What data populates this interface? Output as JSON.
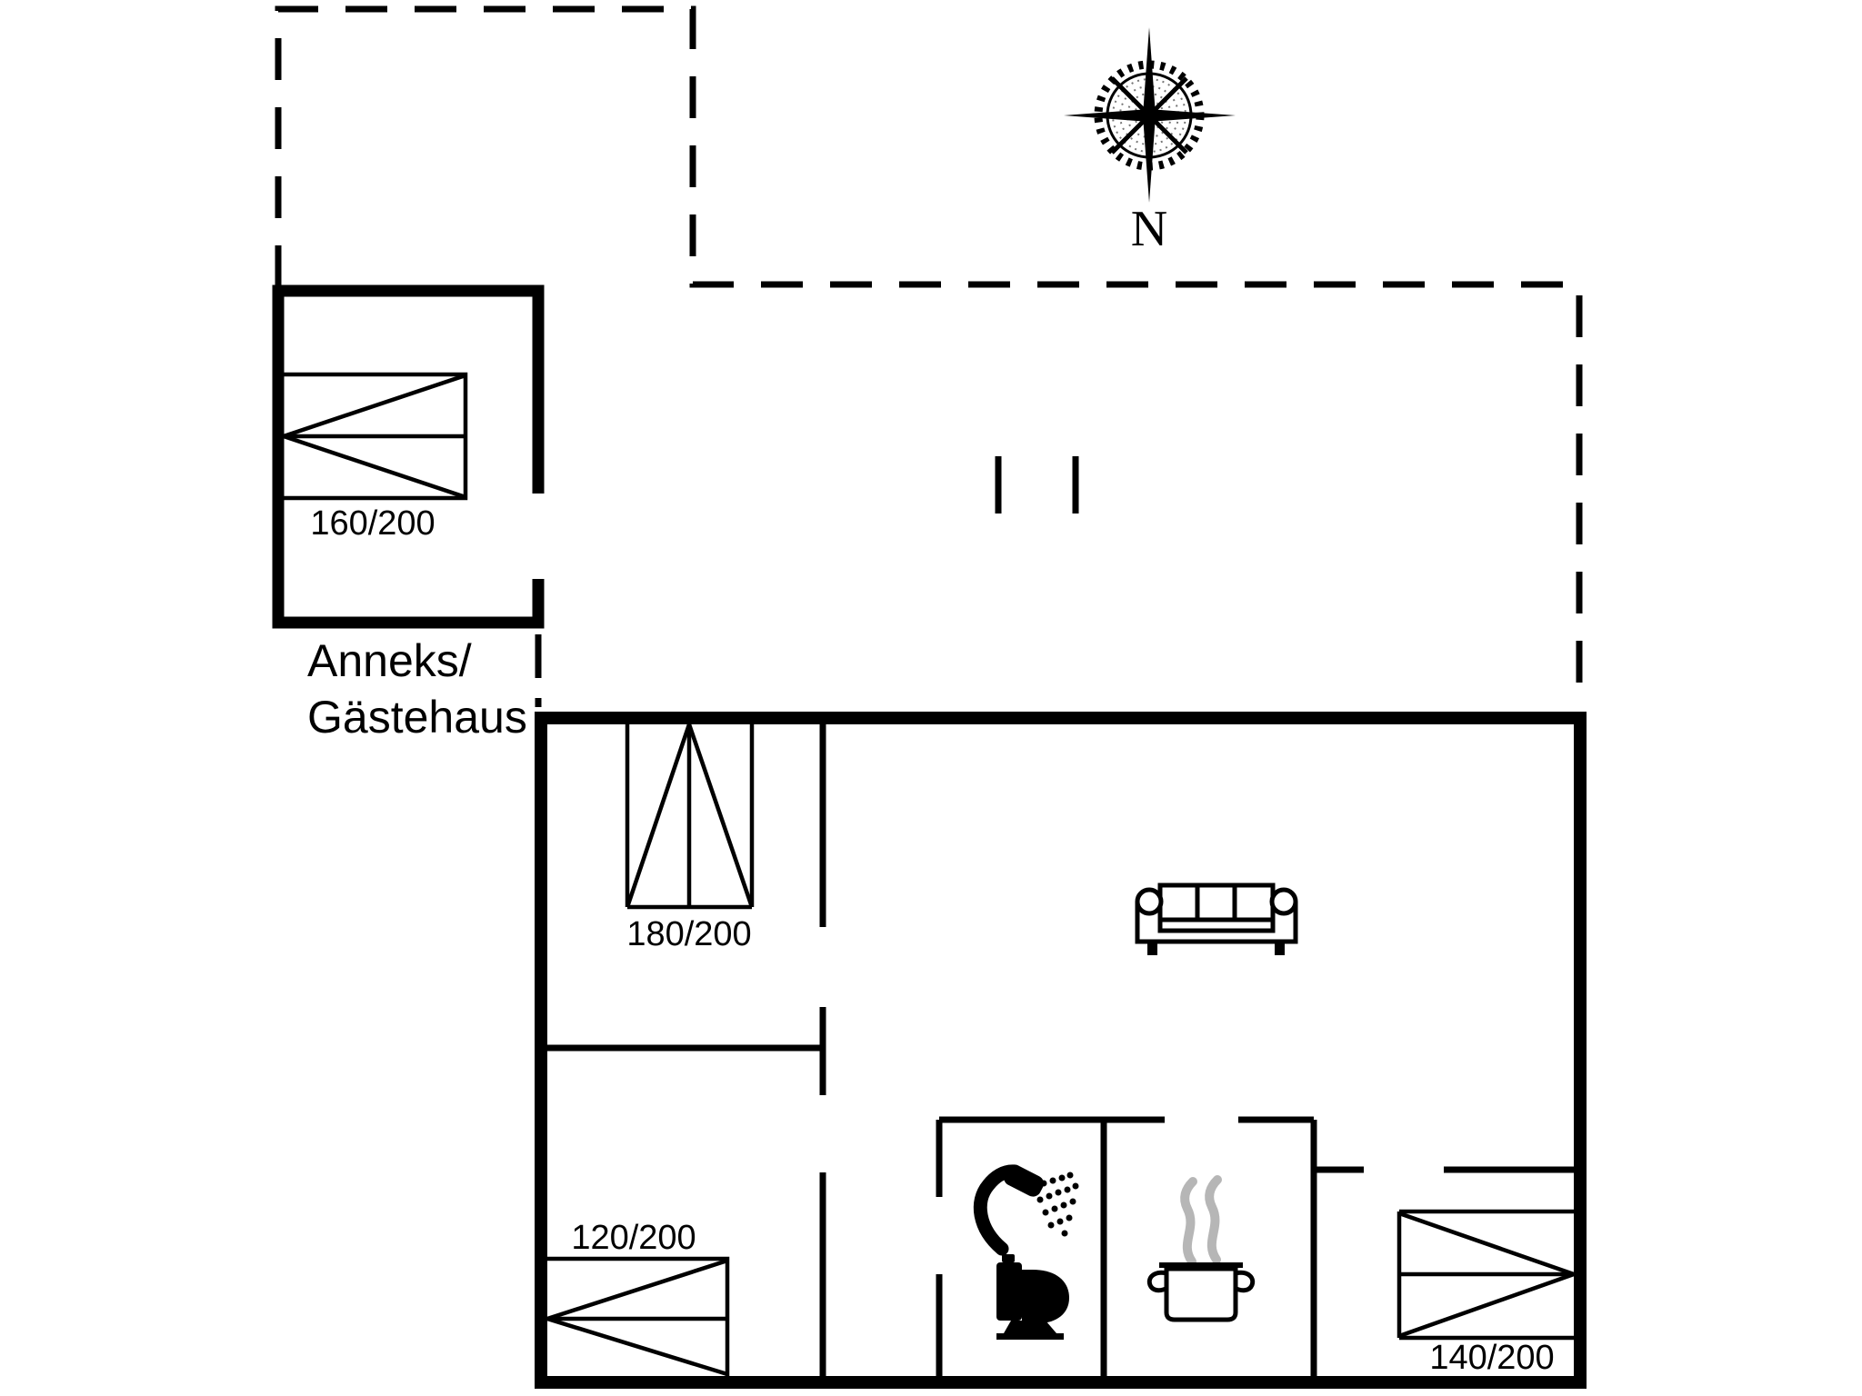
{
  "colors": {
    "bg": "#ffffff",
    "wall": "#000000",
    "text": "#000000",
    "steam": "#b6b6b6"
  },
  "compass": {
    "north_label": "N"
  },
  "annex": {
    "label_line1": "Anneks/",
    "label_line2": "Gästehaus",
    "bed": {
      "size_label": "160/200"
    }
  },
  "house": {
    "bedroom_1": {
      "bed": {
        "size_label": "180/200"
      }
    },
    "bedroom_2": {
      "bed": {
        "size_label": "120/200"
      }
    },
    "bedroom_3": {
      "bed": {
        "size_label": "140/200"
      }
    }
  },
  "icons": {
    "compass": "compass-rose-icon",
    "sofa": "sofa-icon",
    "shower": "shower-icon",
    "toilet": "toilet-icon",
    "pot": "cooking-pot-icon",
    "steam": "steam-icon"
  }
}
